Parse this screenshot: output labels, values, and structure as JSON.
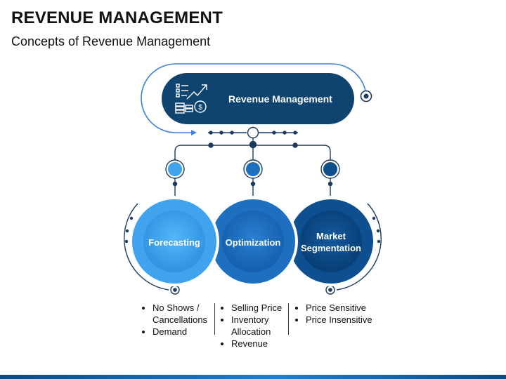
{
  "header": {
    "title": "REVENUE MANAGEMENT",
    "subtitle": "Concepts of Revenue Management"
  },
  "hub": {
    "label": "Revenue Management",
    "icon": "revenue-growth-icon"
  },
  "concepts": [
    {
      "label": "Forecasting",
      "color": "#3fa3ee",
      "bullets": [
        "No Shows / Cancellations",
        "Demand"
      ]
    },
    {
      "label": "Optimization",
      "color": "#1e6fc0",
      "bullets": [
        "Selling Price",
        "Inventory Allocation",
        "Revenue"
      ]
    },
    {
      "label": "Market Segmentation",
      "color": "#0d4f8f",
      "bullets": [
        "Price Sensitive",
        "Price Insensitive"
      ]
    }
  ],
  "colors": {
    "dark_navy": "#0f4370",
    "line": "#1b3a5c",
    "light_blue": "#3fa3ee",
    "mid_blue": "#1e6fc0",
    "deep_blue": "#0d4f8f"
  }
}
